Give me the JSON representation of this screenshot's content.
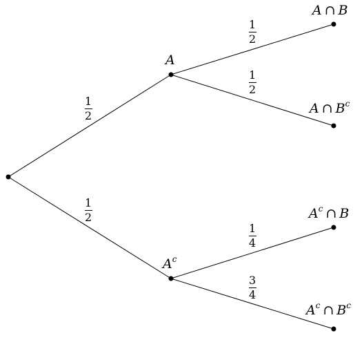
{
  "nodes": {
    "root": {
      "label": null
    },
    "a": {
      "set": "A",
      "sup": ""
    },
    "ac": {
      "set": "A",
      "sup": "c"
    },
    "a_b": {
      "left": "A",
      "left_sup": "",
      "op": "∩",
      "right": "B",
      "right_sup": ""
    },
    "a_bc": {
      "left": "A",
      "left_sup": "",
      "op": "∩",
      "right": "B",
      "right_sup": "c"
    },
    "ac_b": {
      "left": "A",
      "left_sup": "c",
      "op": "∩",
      "right": "B",
      "right_sup": ""
    },
    "ac_bc": {
      "left": "A",
      "left_sup": "c",
      "op": "∩",
      "right": "B",
      "right_sup": "c"
    }
  },
  "edges": {
    "root_a": {
      "num": "1",
      "den": "2"
    },
    "root_ac": {
      "num": "1",
      "den": "2"
    },
    "a_b": {
      "num": "1",
      "den": "2"
    },
    "a_bc": {
      "num": "1",
      "den": "2"
    },
    "ac_b": {
      "num": "1",
      "den": "4"
    },
    "ac_bc": {
      "num": "3",
      "den": "4"
    }
  }
}
